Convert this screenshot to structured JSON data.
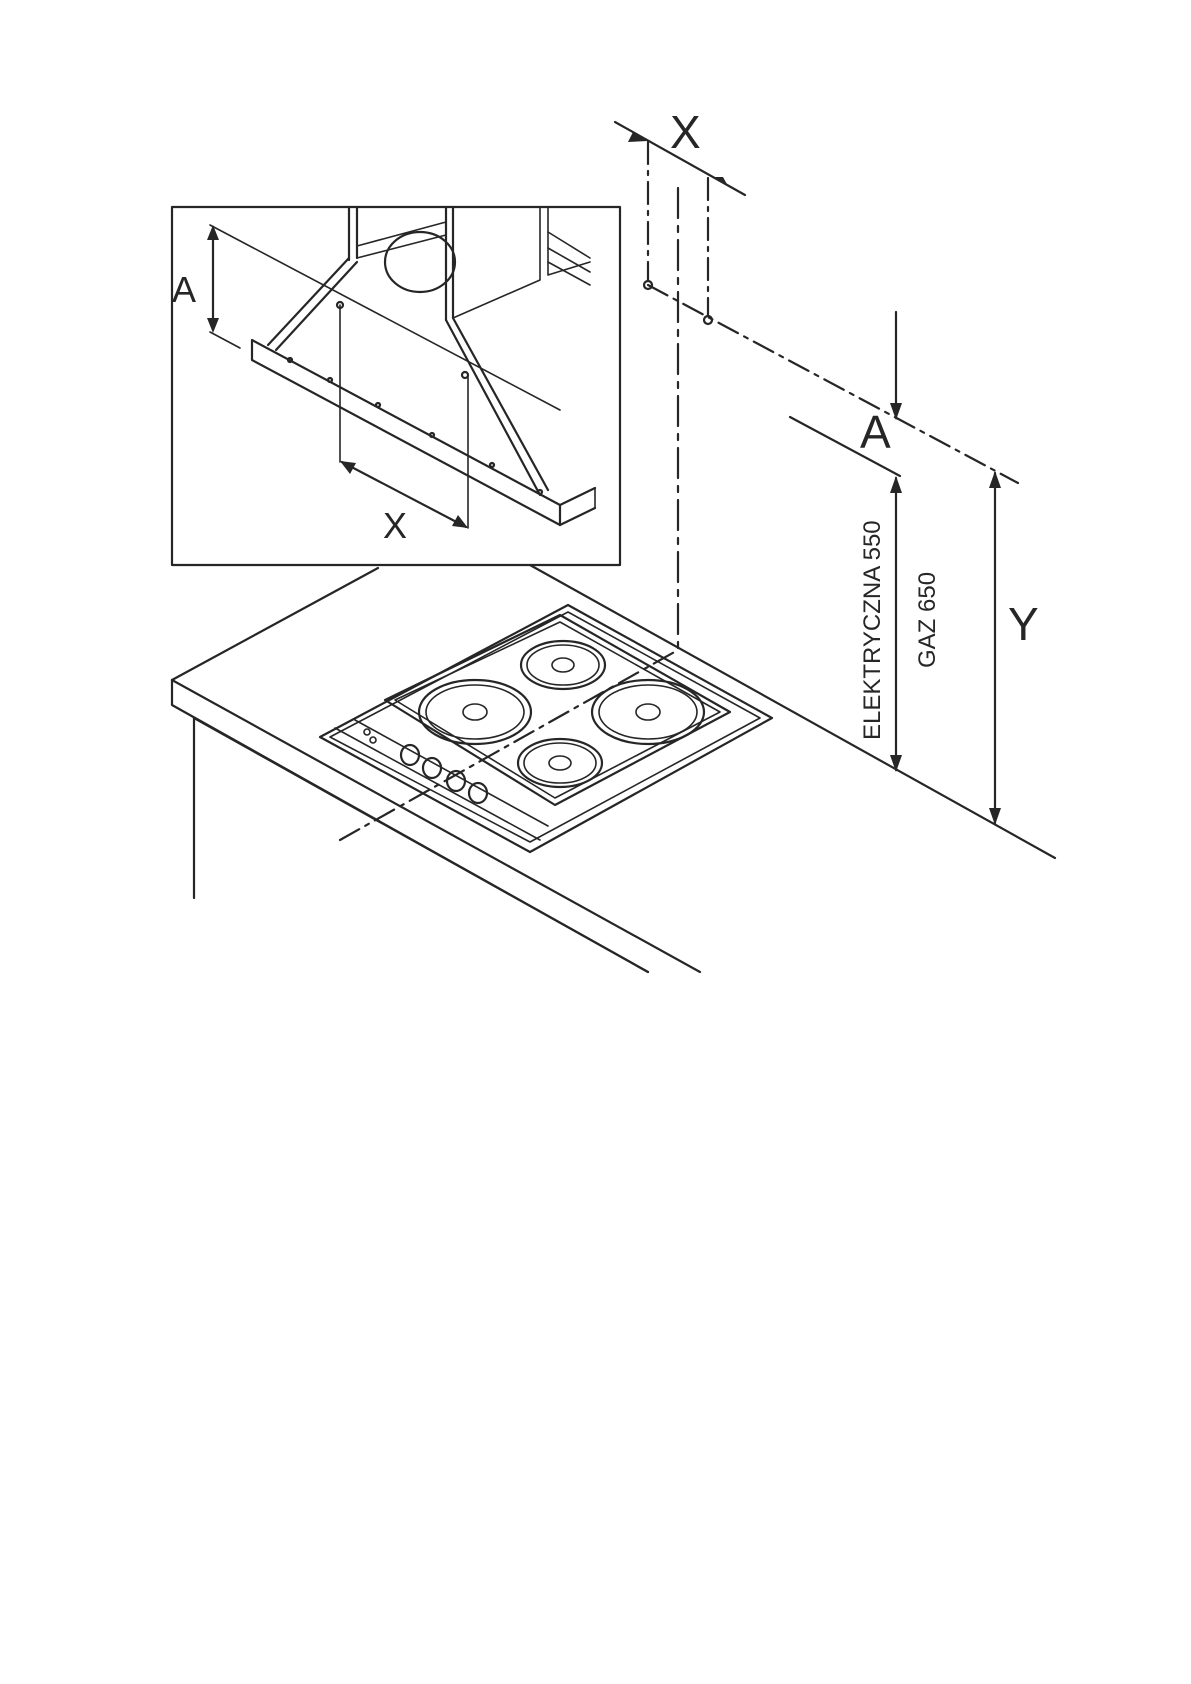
{
  "labels": {
    "x_top": "X",
    "a_right": "A",
    "y_right": "Y",
    "dim_electric": "ELEKTRYCZNA 550",
    "dim_gas": "GAZ 650",
    "inset_a": "A",
    "inset_x": "X"
  },
  "colors": {
    "line": "#262626",
    "background": "#ffffff"
  }
}
